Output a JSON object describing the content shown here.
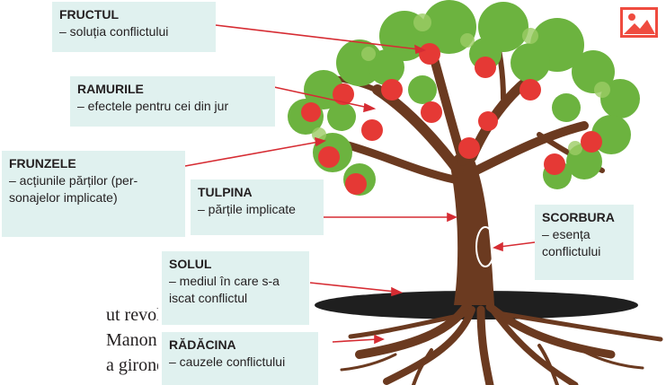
{
  "labels": {
    "fructul": {
      "title": "FRUCTUL",
      "desc": "– soluția conflictului"
    },
    "ramurile": {
      "title": "RAMURILE",
      "desc": "– efectele pentru cei din jur"
    },
    "frunzele": {
      "title": "FRUNZELE",
      "desc": "– acțiunile părților (per-\n   sonajelor implicate)"
    },
    "tulpina": {
      "title": "TULPINA",
      "desc": "– părțile implicate"
    },
    "scorbura": {
      "title": "SCORBURA",
      "desc": "– esența\n   conflictului"
    },
    "solul": {
      "title": "SOLUL",
      "desc": "– mediul în care s-a\n   iscat conflictul"
    },
    "radacina": {
      "title": "RĂDĂCINA",
      "desc": "– cauzele conflictului"
    }
  },
  "body_text": [
    "ut revoluția ca",
    "Manon Roland,",
    "a girondin de"
  ],
  "colors": {
    "label_bg": "#e0f1ef",
    "arrow": "#d62c33",
    "trunk": "#6b3a20",
    "leaf": "#6cb33f",
    "apple": "#e53935",
    "soil": "#222222",
    "icon": "#ef4b3f"
  },
  "icon": "image-placeholder-icon"
}
